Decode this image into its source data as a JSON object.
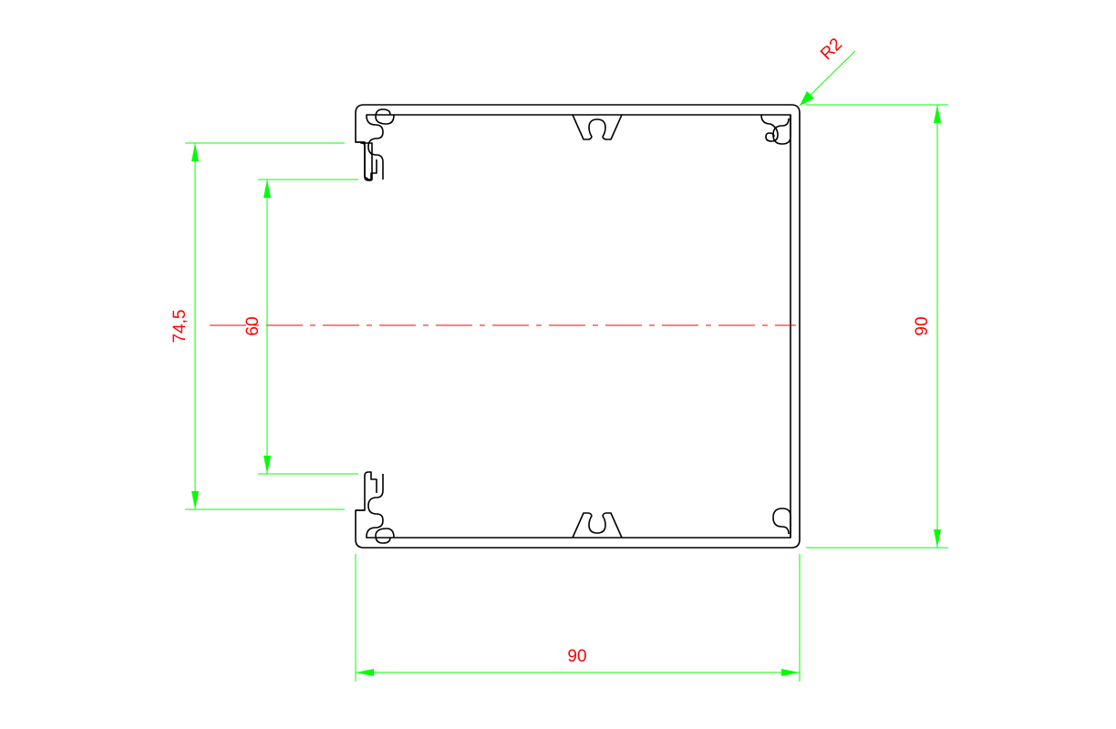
{
  "drawing": {
    "dimensions": {
      "width": "90",
      "height": "90",
      "opening_outer": "74,5",
      "opening_inner": "60",
      "corner_radius": "R2"
    },
    "colors": {
      "outline": "#000000",
      "dimension_lines": "#00ff00",
      "dimension_text": "#ff0000",
      "centerline": "#ff0000",
      "background": "#ffffff"
    }
  }
}
